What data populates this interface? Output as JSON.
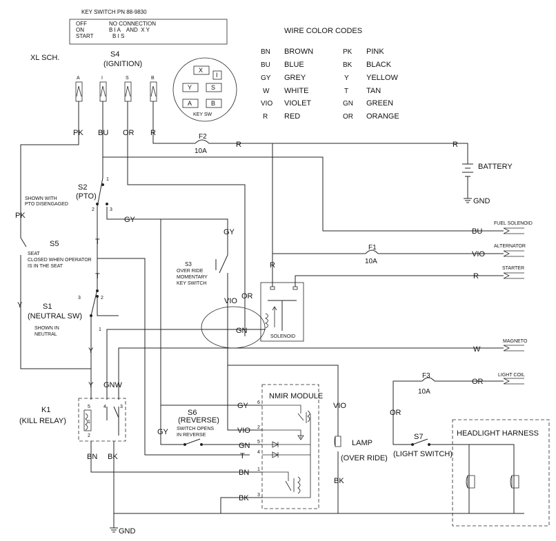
{
  "key_switch_box": {
    "part_number": "KEY SWITCH PN 88-9830",
    "rows": [
      {
        "pos": "OFF",
        "conn": "NO CONNECTION"
      },
      {
        "pos": "ON",
        "conn": "B I A    AND  X Y"
      },
      {
        "pos": "START",
        "conn": "B I S"
      }
    ]
  },
  "title": "XL SCH.",
  "s4": {
    "name": "S4",
    "desc": "(IGNITION)",
    "terminals": [
      "A",
      "I",
      "S",
      "B"
    ]
  },
  "key_sw": {
    "label": "KEY SW",
    "cells": [
      "X",
      "I",
      "Y",
      "S",
      "A",
      "B"
    ]
  },
  "wire_codes": {
    "title": "WIRE COLOR CODES",
    "left": [
      {
        "code": "BN",
        "name": "BROWN"
      },
      {
        "code": "BU",
        "name": "BLUE"
      },
      {
        "code": "GY",
        "name": "GREY"
      },
      {
        "code": "W",
        "name": "WHITE"
      },
      {
        "code": "VIO",
        "name": "VIOLET"
      },
      {
        "code": "R",
        "name": "RED"
      }
    ],
    "right": [
      {
        "code": "PK",
        "name": "PINK"
      },
      {
        "code": "BK",
        "name": "BLACK"
      },
      {
        "code": "Y",
        "name": "YELLOW"
      },
      {
        "code": "T",
        "name": "TAN"
      },
      {
        "code": "GN",
        "name": "GREEN"
      },
      {
        "code": "OR",
        "name": "ORANGE"
      }
    ]
  },
  "fuses": {
    "f2": {
      "name": "F2",
      "rating": "10A"
    },
    "f1": {
      "name": "F1",
      "rating": "10A"
    },
    "f3": {
      "name": "F3",
      "rating": "10A"
    }
  },
  "battery": {
    "label": "BATTERY",
    "gnd": "GND"
  },
  "connectors": {
    "fuel_solenoid": "FUEL SOLENOID",
    "alternator": "ALTERNATOR",
    "starter": "STARTER",
    "magneto": "MAGNETO",
    "light_coil": "LIGHT COIL"
  },
  "switches": {
    "s2": {
      "name": "S2",
      "desc": "(PTO)",
      "note1": "SHOWN WITH",
      "note2": "PTO DISENGAGED"
    },
    "s5": {
      "name": "S5",
      "note1": "SEAT",
      "note2": "CLOSED WHEN OPERATOR",
      "note3": "IS IN THE SEAT"
    },
    "s1": {
      "name": "S1",
      "desc": "(NEUTRAL SW)",
      "note1": "SHOWN IN",
      "note2": "NEUTRAL"
    },
    "s3": {
      "name": "S3",
      "note1": "OVER RIDE",
      "note2": "MOMENTARY",
      "note3": "KEY SWITCH"
    },
    "s6": {
      "name": "S6",
      "desc": "(REVERSE)",
      "note1": "SWITCH OPENS",
      "note2": "IN REVERSE"
    },
    "s7": {
      "name": "S7",
      "desc": "(LIGHT SWITCH)"
    }
  },
  "solenoid": {
    "label": "SOLENOID"
  },
  "kill_relay": {
    "name": "K1",
    "desc": "(KILL RELAY)",
    "pins": [
      "5",
      "4",
      "3",
      "1",
      "2"
    ]
  },
  "nmir": {
    "title": "NMIR MODULE",
    "pins": [
      "6",
      "2",
      "5",
      "4",
      "1",
      "3"
    ]
  },
  "lamp": {
    "name": "LAMP",
    "desc": "(OVER RIDE)"
  },
  "headlight": {
    "title": "HEADLIGHT HARNESS"
  },
  "gnd_bottom": "GND",
  "wire_labels": {
    "pk": "PK",
    "bu": "BU",
    "or": "OR",
    "r": "R",
    "gy": "GY",
    "t": "T",
    "y": "Y",
    "gnw": "GNW",
    "gn": "GN",
    "vio": "VIO",
    "w": "W",
    "bn": "BN",
    "bk": "BK"
  },
  "switch_pins": {
    "one": "1",
    "two": "2",
    "three": "3"
  }
}
